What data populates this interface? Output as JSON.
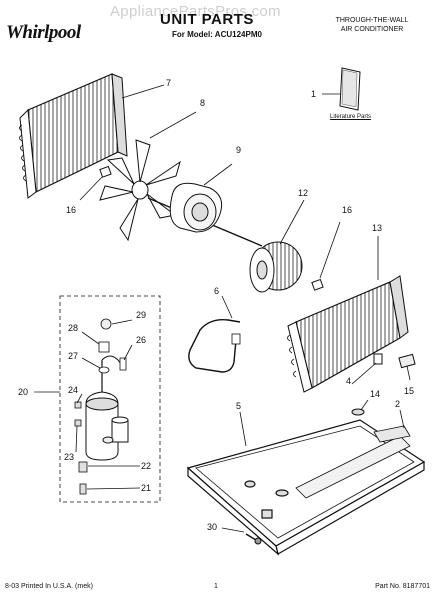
{
  "header": {
    "logo_text": "Whirlpool",
    "watermark": "AppliancePartsPros.com",
    "title": "UNIT PARTS",
    "model_line": "For Model: ACU124PM0",
    "product_type_line1": "THROUGH-THE-WALL",
    "product_type_line2": "AIR CONDITIONER"
  },
  "literature_label": "Literature Parts",
  "callouts": {
    "c1": "1",
    "c2": "2",
    "c4": "4",
    "c5": "5",
    "c6": "6",
    "c7": "7",
    "c8": "8",
    "c9": "9",
    "c12": "12",
    "c13": "13",
    "c14": "14",
    "c15": "15",
    "c16a": "16",
    "c16b": "16",
    "c20": "20",
    "c21": "21",
    "c22": "22",
    "c23": "23",
    "c24": "24",
    "c26": "26",
    "c27": "27",
    "c28": "28",
    "c29": "29",
    "c30": "30"
  },
  "footer": {
    "left": "8-03 Printed In U.S.A. (mek)",
    "center": "1",
    "right": "Part No. 8187701"
  }
}
